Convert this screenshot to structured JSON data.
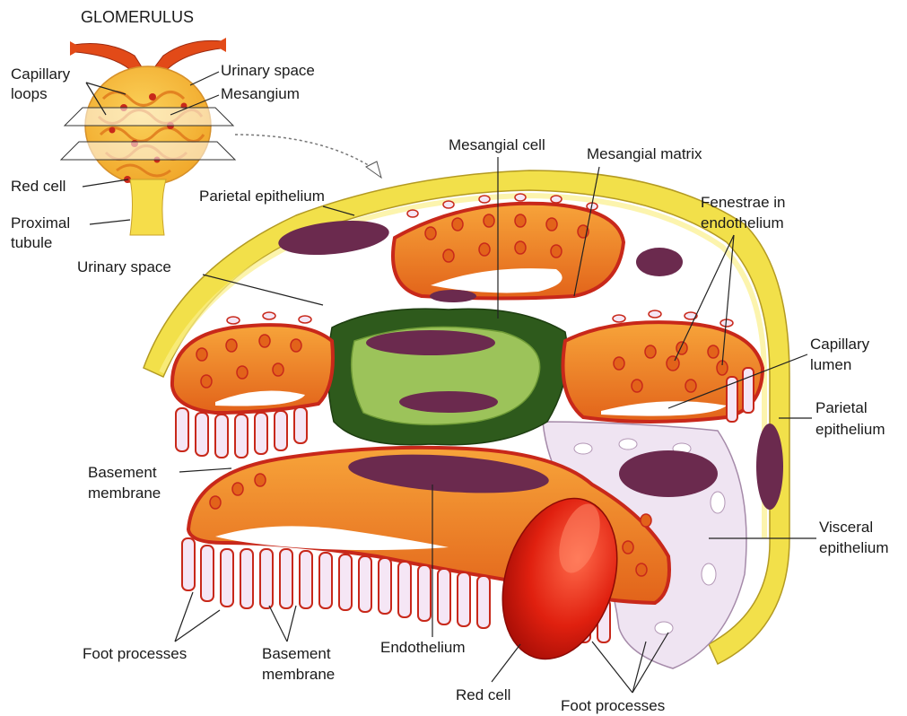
{
  "inset": {
    "title": "GLOMERULUS",
    "labels": {
      "capillary_loops_1": "Capillary",
      "capillary_loops_2": "loops",
      "urinary_space": "Urinary space",
      "mesangium": "Mesangium",
      "red_cell": "Red cell",
      "proximal_tubule_1": "Proximal",
      "proximal_tubule_2": "tubule"
    }
  },
  "main": {
    "labels": {
      "mesangial_cell": "Mesangial cell",
      "mesangial_matrix": "Mesangial matrix",
      "parietal_epithelium_top": "Parietal epithelium",
      "fenestrae_1": "Fenestrae in",
      "fenestrae_2": "endothelium",
      "urinary_space": "Urinary space",
      "capillary_lumen_1": "Capillary",
      "capillary_lumen_2": "lumen",
      "parietal_epithelium_right_1": "Parietal",
      "parietal_epithelium_right_2": "epithelium",
      "basement_membrane_left_1": "Basement",
      "basement_membrane_left_2": "membrane",
      "visceral_epithelium_1": "Visceral",
      "visceral_epithelium_2": "epithelium",
      "foot_processes_left": "Foot processes",
      "basement_membrane_bottom_1": "Basement",
      "basement_membrane_bottom_2": "membrane",
      "endothelium": "Endothelium",
      "red_cell": "Red cell",
      "foot_processes_bottom": "Foot processes"
    }
  },
  "colors": {
    "capsule_yellow": "#f2e04a",
    "capsule_light": "#fbf08a",
    "capillary_orange": "#f08a1e",
    "capillary_red": "#c8281a",
    "mesangium_dark_green": "#2e5a1c",
    "mesangium_light_green": "#9cc35a",
    "nucleus_purple": "#6b2a4e",
    "podocyte_lilac": "#efe4f2",
    "red_cell": "#d81c10"
  }
}
